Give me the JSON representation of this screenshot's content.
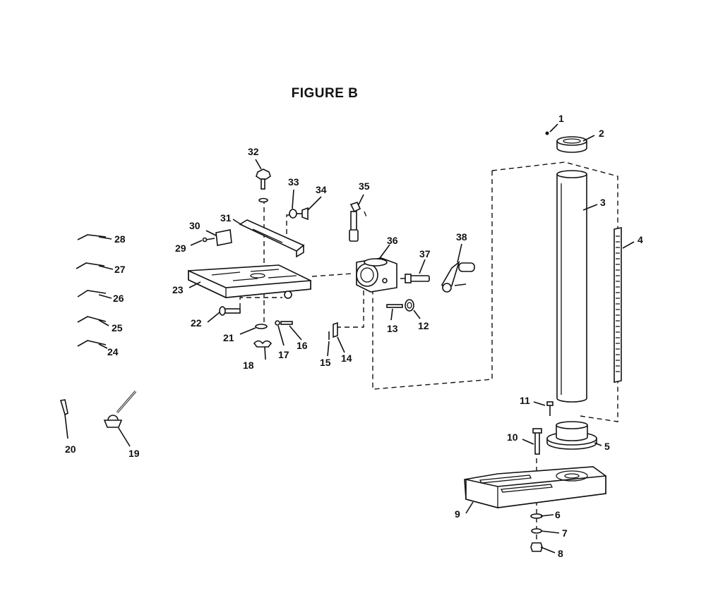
{
  "figure": {
    "title": "FIGURE B"
  },
  "callouts": [
    "1",
    "2",
    "3",
    "4",
    "5",
    "6",
    "7",
    "8",
    "9",
    "10",
    "11",
    "12",
    "13",
    "14",
    "15",
    "16",
    "17",
    "18",
    "19",
    "20",
    "21",
    "22",
    "23",
    "24",
    "25",
    "26",
    "27",
    "28",
    "29",
    "30",
    "31",
    "32",
    "33",
    "34",
    "35",
    "36",
    "37",
    "38"
  ],
  "colors": {
    "ink": "#111111",
    "background": "#ffffff"
  }
}
